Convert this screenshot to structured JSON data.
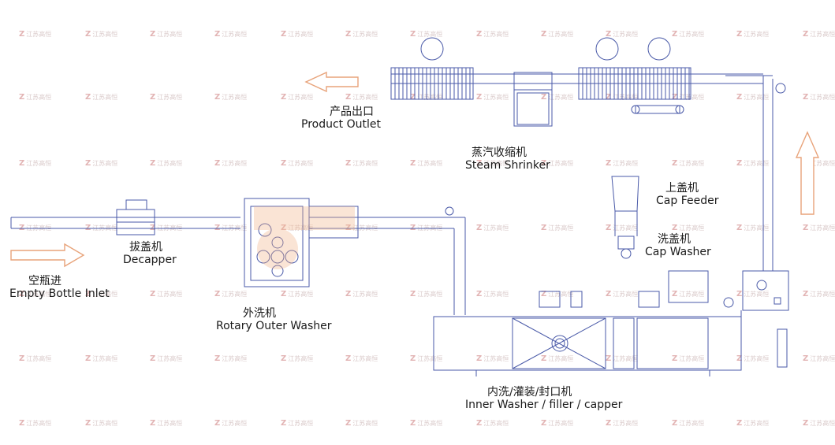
{
  "watermark": {
    "logo": "Z",
    "text": "江苏高恒"
  },
  "colors": {
    "line": "#4a5aa8",
    "arrow": "#e8a37a",
    "overlay": "#f2b48a"
  },
  "labels": {
    "product_outlet": {
      "cn": "产品出口",
      "en": "Product Outlet"
    },
    "steam_shrinker": {
      "cn": "蒸汽收缩机",
      "en": "Steam Shrinker"
    },
    "cap_feeder": {
      "cn": "上盖机",
      "en": "Cap Feeder"
    },
    "cap_washer": {
      "cn": "洗盖机",
      "en": "Cap Washer"
    },
    "decapper": {
      "cn": "拔盖机",
      "en": "Decapper"
    },
    "empty_bottle_inlet": {
      "cn": "空瓶进",
      "en": "Empty Bottle Inlet"
    },
    "rotary_outer_washer": {
      "cn": "外洗机",
      "en": "Rotary Outer Washer"
    },
    "inner_washer_filler_capper": {
      "cn": "内洗/灌装/封口机",
      "en": "Inner Washer / filler / capper"
    }
  }
}
